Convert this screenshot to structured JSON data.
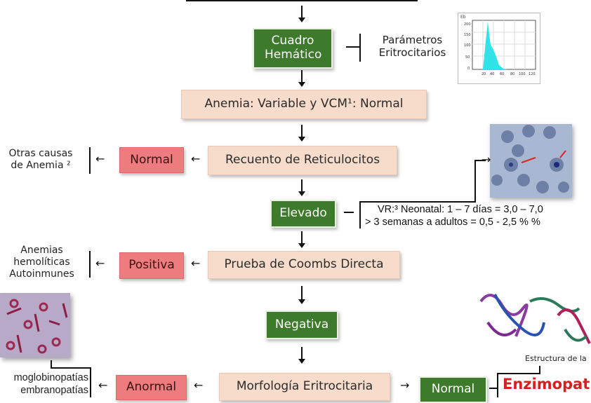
{
  "flow": {
    "cuadro": "Cuadro Hemático",
    "parametros": "Parámetros Eritrocitarios",
    "anemia": "Anemia: Variable y VCM¹: Normal",
    "recuento": "Recuento de Reticulocitos",
    "normal_1": "Normal",
    "otras_causas": "Otras causas de Anemia ²",
    "elevado": "Elevado",
    "vr_line1": "VR:³ Neonatal: 1 – 7 días = 3,0 – 7,0",
    "vr_line2": "> 3 semanas a adultos = 0,5 - 2,5 % %",
    "coombs": "Prueba de Coombs Directa",
    "positiva": "Positiva",
    "anemias_hemoliticas": "Anemias hemolíticas Autoinmunes",
    "negativa": "Negativa",
    "morfologia": "Morfología Eritrocitaria",
    "anormal": "Anormal",
    "normal_2": "Normal",
    "hemoglobinopatias": "moglobinopatías",
    "membranopatias": "embranopatías",
    "enzimopatias": "Enzimopati",
    "estructura": "Estructura de la",
    "histogram_ylabel": "Eb",
    "histogram_xticks": [
      "20",
      "40",
      "60",
      "80",
      "100",
      "120"
    ],
    "histogram_yticks": [
      "200",
      "150",
      "100",
      "50",
      "0"
    ]
  },
  "colors": {
    "green": "#3d7a2b",
    "pink": "#ee7b7d",
    "peach": "#f7dccb",
    "red_text": "#d42020"
  }
}
